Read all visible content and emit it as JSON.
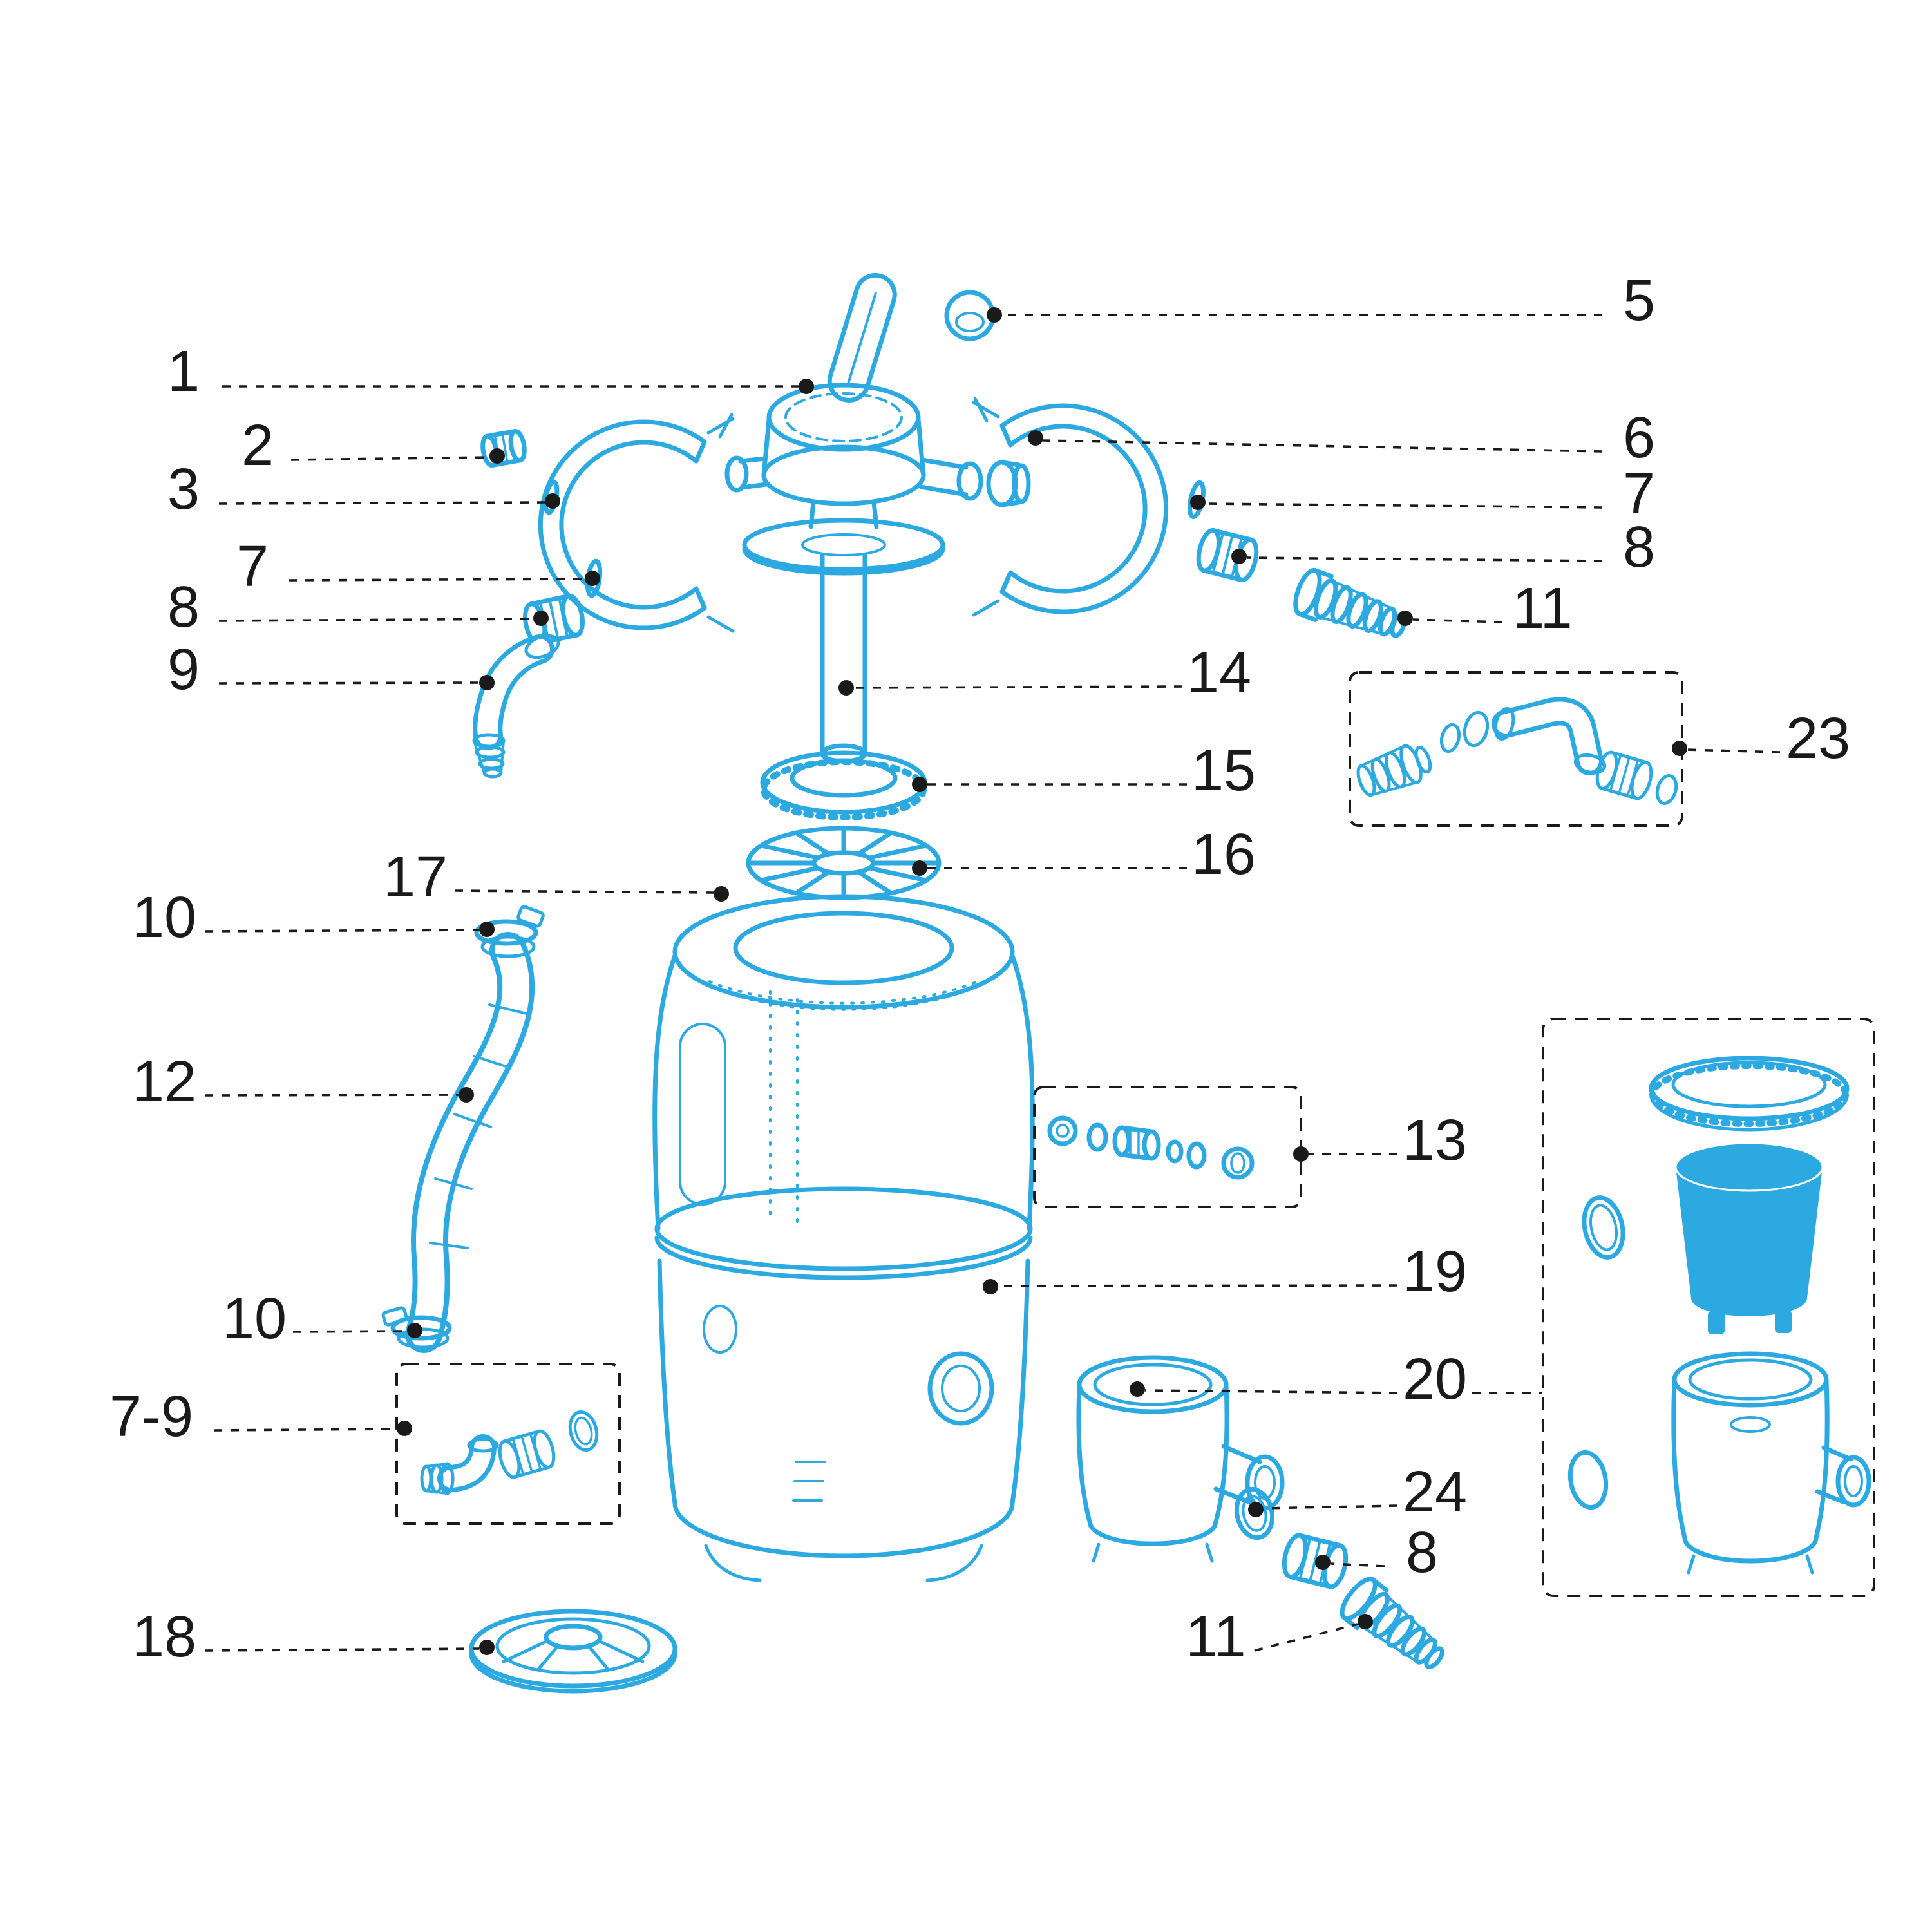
{
  "colors": {
    "accent": "#2BA9E0",
    "ink": "#1a1a1a",
    "background": "#ffffff"
  },
  "callouts": [
    {
      "label": "1"
    },
    {
      "label": "2"
    },
    {
      "label": "3"
    },
    {
      "label": "5"
    },
    {
      "label": "6"
    },
    {
      "label": "7"
    },
    {
      "label": "8"
    },
    {
      "label": "11"
    },
    {
      "label": "7"
    },
    {
      "label": "8"
    },
    {
      "label": "9"
    },
    {
      "label": "14"
    },
    {
      "label": "23"
    },
    {
      "label": "15"
    },
    {
      "label": "16"
    },
    {
      "label": "17"
    },
    {
      "label": "10"
    },
    {
      "label": "12"
    },
    {
      "label": "13"
    },
    {
      "label": "19"
    },
    {
      "label": "10"
    },
    {
      "label": "20"
    },
    {
      "label": "7-9"
    },
    {
      "label": "24"
    },
    {
      "label": "8"
    },
    {
      "label": "18"
    },
    {
      "label": "11"
    }
  ]
}
